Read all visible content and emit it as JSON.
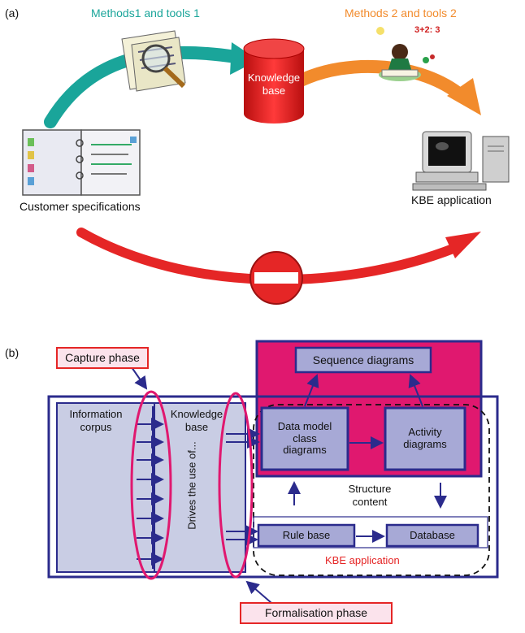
{
  "panel_a": {
    "label": "(a)",
    "methods1": "Methods1 and tools 1",
    "methods2": "Methods 2 and tools 2",
    "kb_line1": "Knowledge",
    "kb_line2": "base",
    "customer": "Customer specifications",
    "kbe_app": "KBE application",
    "colors": {
      "teal": "#1aa59a",
      "orange": "#f28b2c",
      "red": "#e52626"
    }
  },
  "panel_b": {
    "label": "(b)",
    "capture": "Capture phase",
    "formalisation": "Formalisation phase",
    "info_corpus_l1": "Information",
    "info_corpus_l2": "corpus",
    "kb_l1": "Knowledge",
    "kb_l2": "base",
    "drives": "Drives the use of...",
    "sequence": "Sequence diagrams",
    "data_model_l1": "Data model",
    "data_model_l2": "class",
    "data_model_l3": "diagrams",
    "activity_l1": "Activity",
    "activity_l2": "diagrams",
    "structure_l1": "Structure",
    "structure_l2": "content",
    "rule_base": "Rule base",
    "database": "Database",
    "kbe_app": "KBE application",
    "colors": {
      "navy": "#2b2b8c",
      "magenta": "#e0186f",
      "box": "#a7a9d6",
      "panel": "#c9cde4"
    }
  }
}
